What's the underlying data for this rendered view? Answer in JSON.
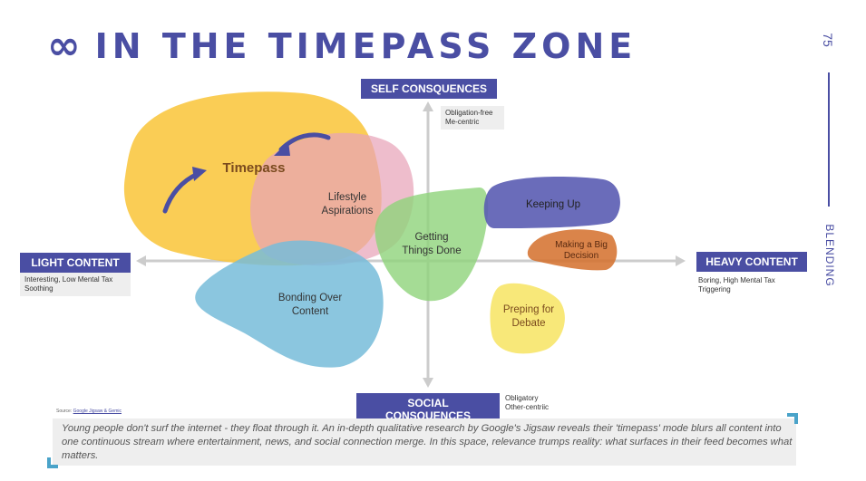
{
  "header": {
    "icon": "infinity-icon",
    "title": "IN THE TIMEPASS ZONE"
  },
  "side": {
    "page_number": "75",
    "label": "BLENDING"
  },
  "axes": {
    "top": {
      "label": "SELF CONSQUENCES",
      "note_line1": "Obligation-free",
      "note_line2": "Me-centric"
    },
    "bottom": {
      "label": "SOCIAL CONSQUENCES",
      "note_line1": "Obligatory",
      "note_line2": "Other-centriic"
    },
    "left": {
      "label": "LIGHT CONTENT",
      "note_line1": "Interesting, Low Mental Tax",
      "note_line2": "Soothing"
    },
    "right": {
      "label": "HEAVY CONTENT",
      "note_line1": "Boring, High Mental Tax",
      "note_line2": "Triggering"
    }
  },
  "blobs": {
    "timepass": {
      "label": "Timepass",
      "color": "#f9c843"
    },
    "lifestyle": {
      "line1": "Lifestyle",
      "line2": "Aspirations",
      "color": "#e8a3b8"
    },
    "getting": {
      "line1": "Getting",
      "line2": "Things Done",
      "color": "#8fd37a"
    },
    "bonding": {
      "line1": "Bonding Over",
      "line2": "Content",
      "color": "#77bcd9"
    },
    "keeping": {
      "label": "Keeping Up",
      "color": "#5a5cb3"
    },
    "making": {
      "line1": "Making a Big",
      "line2": "Decision",
      "color": "#d36e2a"
    },
    "preping": {
      "line1": "Preping for",
      "line2": "Debate",
      "color": "#f7e56a"
    }
  },
  "source": {
    "prefix": "Source:",
    "link": "Google Jigsaw & Gemic"
  },
  "caption": "Young people don't surf the internet - they float through it. An in-depth qualitative research by Google's Jigsaw reveals their 'timepass' mode blurs all content into one continuous stream where entertainment, news, and social connection merge. In this space, relevance trumps reality: what surfaces in their feed becomes what matters.",
  "colors": {
    "brand": "#4a4ea3",
    "axis": "#cccccc",
    "arrow": "#4a4ea3"
  }
}
